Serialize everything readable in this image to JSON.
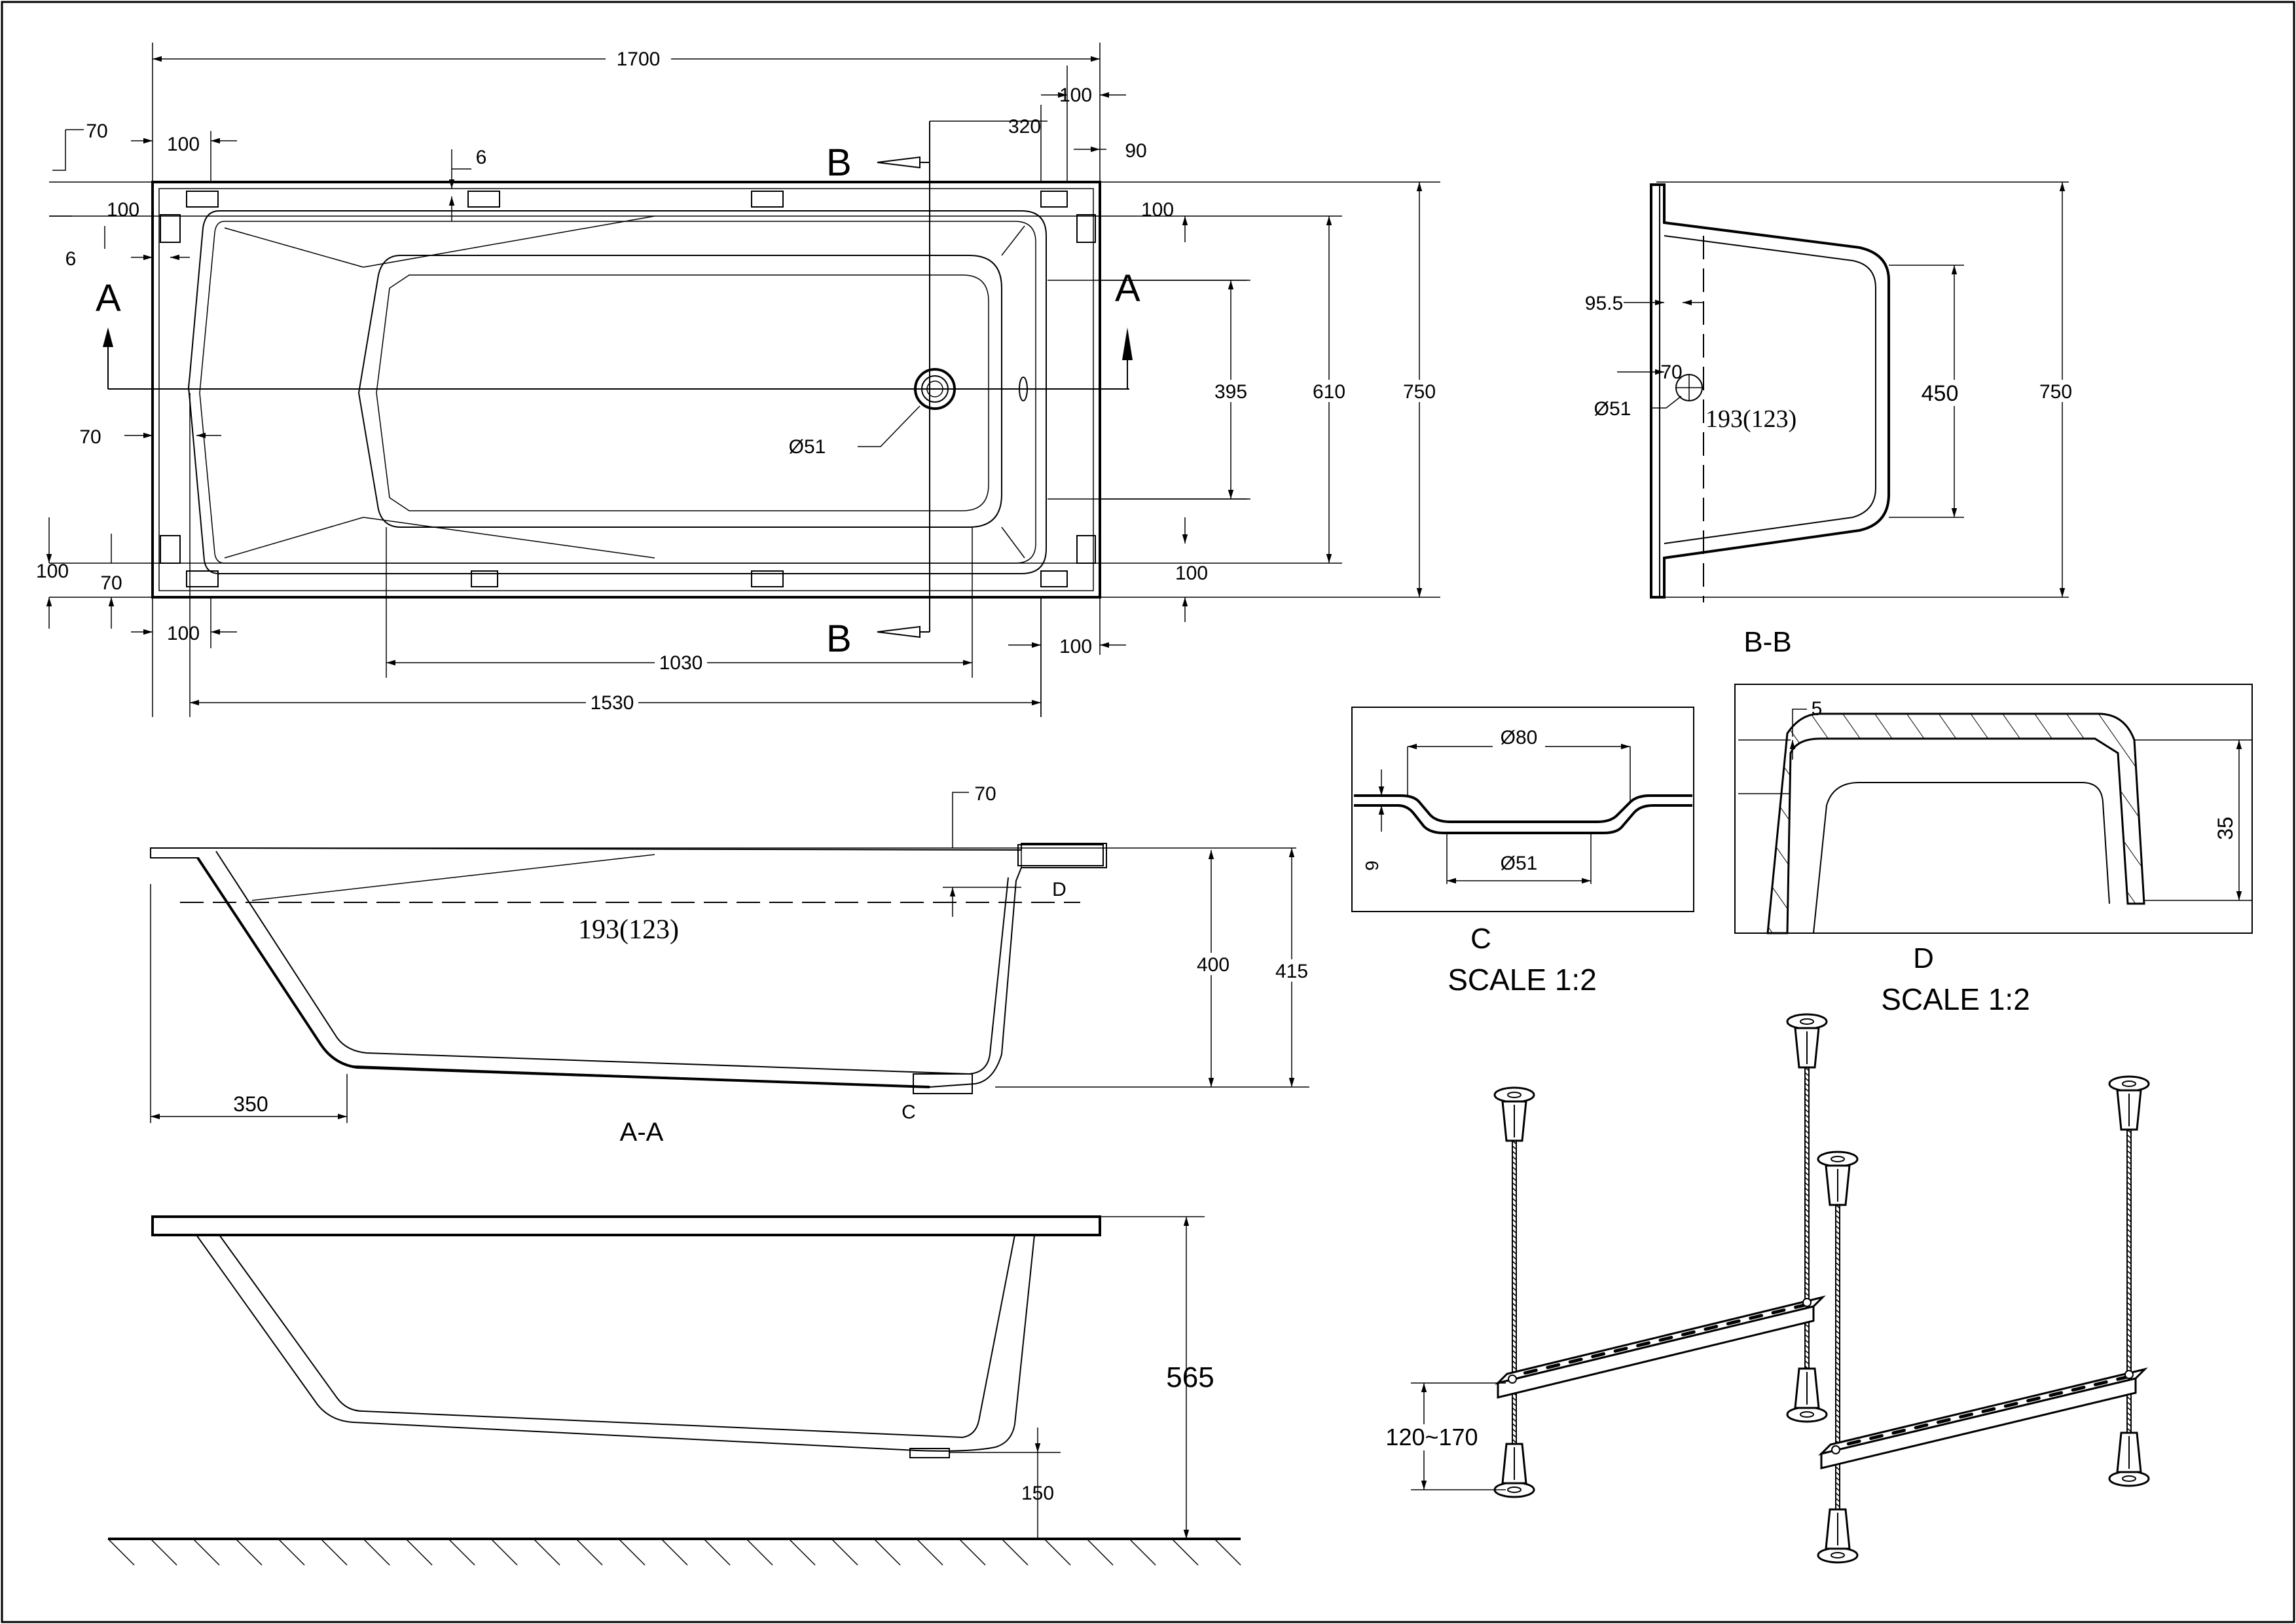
{
  "top_view": {
    "overall_length": "1700",
    "inner_length": "1530",
    "flat_bottom_length": "1030",
    "overall_width": "750",
    "inner_width": "610",
    "bottom_width": "395",
    "drain_diameter": "Ø51",
    "dims": {
      "d100_top_right": "100",
      "d320": "320",
      "d90": "90",
      "d70_top_left": "70",
      "d100_top_left": "100",
      "d6_top": "6",
      "d100_left_top": "100",
      "d6_left": "6",
      "d70_left_mid": "70",
      "d100_left_bottom": "100",
      "d70_left_bottom": "70",
      "d100_bottom_left": "100",
      "d100_bottom_right": "100",
      "d100_right_top": "100",
      "d100_right_bottom": "100"
    },
    "section_a_label": "A",
    "section_b_label": "B"
  },
  "section_bb": {
    "title": "B-B",
    "dims": {
      "d95_5": "95.5",
      "d70": "70",
      "d51": "Ø51",
      "depth_text": "193(123)",
      "d450": "450",
      "d750": "750"
    }
  },
  "section_aa": {
    "title": "A-A",
    "dims": {
      "d70": "70",
      "depth_text": "193(123)",
      "d400": "400",
      "d415": "415",
      "d350": "350",
      "detail_c": "C",
      "detail_d": "D"
    }
  },
  "detail_c": {
    "label": "C",
    "scale": "SCALE 1:2",
    "d80": "Ø80",
    "d51": "Ø51",
    "d9": "9"
  },
  "detail_d": {
    "label": "D",
    "scale": "SCALE 1:2",
    "d5": "5",
    "d35": "35"
  },
  "side_view": {
    "d565": "565",
    "d150": "150"
  },
  "legs": {
    "adjust_range": "120~170"
  }
}
